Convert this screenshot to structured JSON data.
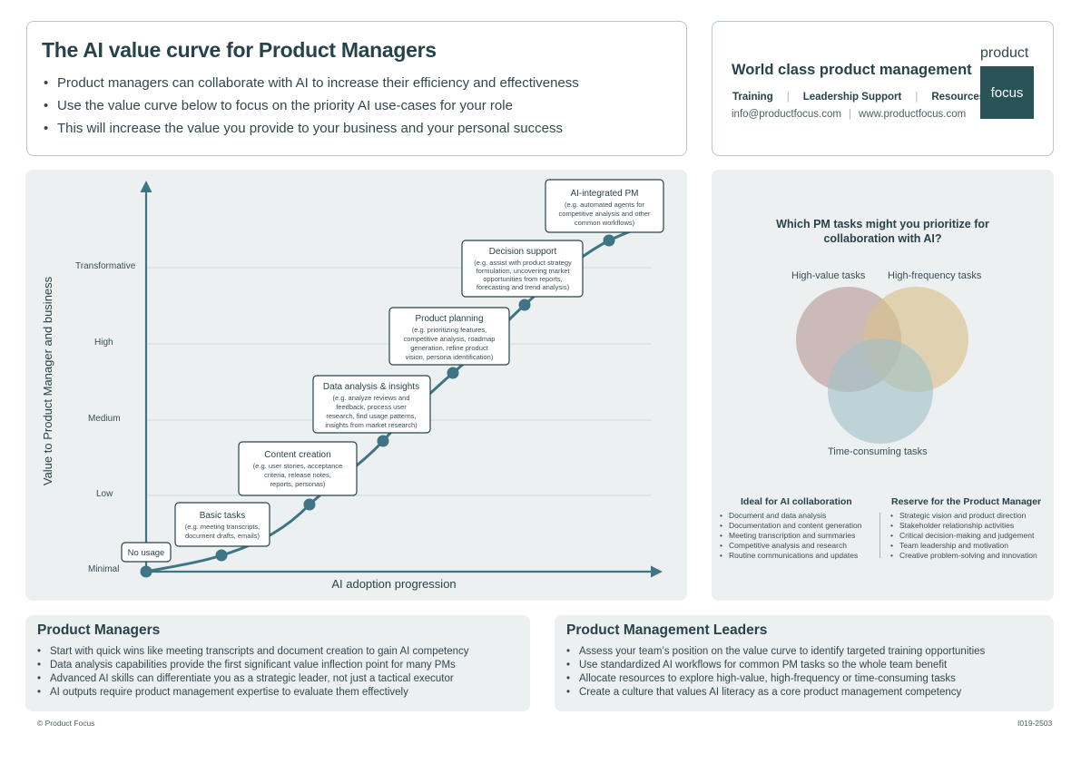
{
  "header": {
    "title": "The AI value curve for Product Managers",
    "bullets": [
      "Product managers can collaborate with AI to increase their efficiency and effectiveness",
      "Use the value curve below to focus on the priority AI use-cases for your role",
      "This will increase the value you provide to your business and your personal success"
    ]
  },
  "brand": {
    "tagline": "World class product management",
    "nav": [
      "Training",
      "Leadership Support",
      "Resources"
    ],
    "email": "info@productfocus.com",
    "website": "www.productfocus.com",
    "logo_top": "product",
    "logo_box": "focus",
    "logo_box_color": "#2a5358"
  },
  "curve": {
    "ylabel": "Value to Product Manager and business",
    "xlabel": "AI adoption progression",
    "levels": [
      "Minimal",
      "Low",
      "Medium",
      "High",
      "Transformative"
    ],
    "stages": [
      {
        "title": "No usage",
        "desc": []
      },
      {
        "title": "Basic tasks",
        "desc": [
          "(e.g. meeting transcripts,",
          "document drafts, emails)"
        ]
      },
      {
        "title": "Content creation",
        "desc": [
          "(e.g. user stories, acceptance",
          "criteria, release notes,",
          "reports, personas)"
        ]
      },
      {
        "title": "Data analysis & insights",
        "desc": [
          "(e.g. analyze reviews and",
          "feedback, process user",
          "research, find usage patterns,",
          "insights from market research)"
        ]
      },
      {
        "title": "Product planning",
        "desc": [
          "(e.g. prioritizing features,",
          "competitive analysis, roadmap",
          "generation, refine product",
          "vision, persona identification)"
        ]
      },
      {
        "title": "Decision support",
        "desc": [
          "(e.g. assist with product strategy",
          "formulation, uncovering market",
          "opportunities from reports,",
          "forecasting and trend analysis)"
        ]
      },
      {
        "title": "AI-integrated PM",
        "desc": [
          "(e.g. automated agents for",
          "competitive analysis and other",
          "common workflows)"
        ]
      }
    ],
    "colors": {
      "curve": "#3f7485",
      "axis": "#3f7485"
    }
  },
  "venn": {
    "question": [
      "Which PM tasks might you prioritize for",
      "collaboration with AI?"
    ],
    "labels": {
      "value": "High-value tasks",
      "frequency": "High-frequency tasks",
      "time": "Time-consuming tasks"
    },
    "colors": {
      "value": "#b89a96",
      "frequency": "#d8c089",
      "time": "#9fc1c8"
    },
    "ideal": {
      "heading": "Ideal for AI collaboration",
      "items": [
        "Document and data analysis",
        "Documentation and content generation",
        "Meeting transcription and summaries",
        "Competitive analysis and research",
        "Routine communications and updates"
      ]
    },
    "reserve": {
      "heading": "Reserve for the Product Manager",
      "items": [
        "Strategic vision and product direction",
        "Stakeholder relationship activities",
        "Critical decision-making and judgement",
        "Team leadership and motivation",
        "Creative problem-solving and innovation"
      ]
    }
  },
  "pm": {
    "title": "Product Managers",
    "items": [
      "Start with quick wins like meeting transcripts and document creation to gain AI competency",
      "Data analysis capabilities provide the first significant value inflection point for many PMs",
      "Advanced AI skills can differentiate you as a strategic leader, not just a tactical executor",
      "AI outputs require product management expertise to evaluate them effectively"
    ]
  },
  "leaders": {
    "title": "Product Management Leaders",
    "items": [
      "Assess your team’s position on the value curve to identify targeted training opportunities",
      "Use standardized AI workflows for common PM tasks so the whole team benefit",
      "Allocate resources to explore high-value, high-frequency or time-consuming tasks",
      "Create a culture that values AI literacy as a core product management competency"
    ]
  },
  "footer": {
    "copyright": "© Product Focus",
    "code": "I019-2503"
  }
}
